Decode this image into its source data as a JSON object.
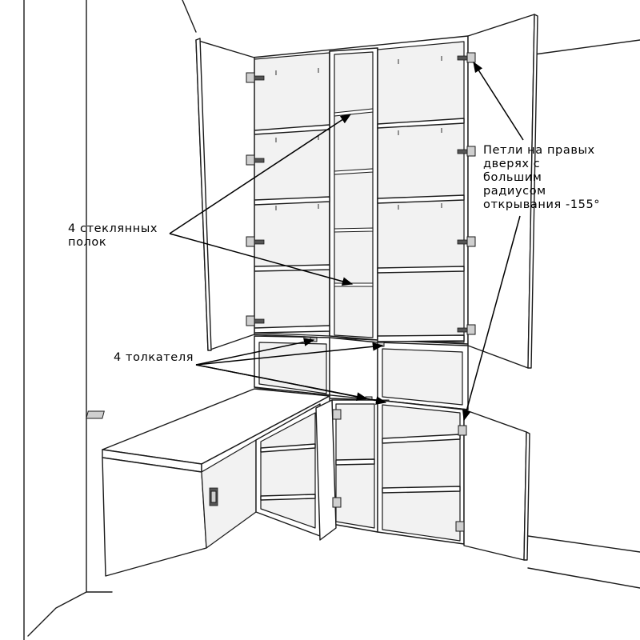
{
  "annotations": {
    "glass_shelves": {
      "lines": [
        "4 стеклянных",
        "полок"
      ]
    },
    "pushers": {
      "lines": [
        "4 толкателя"
      ]
    },
    "hinges": {
      "lines": [
        "Петли на правых",
        "дверях с",
        "большим",
        "радиусом",
        "открывания -155°"
      ]
    }
  }
}
